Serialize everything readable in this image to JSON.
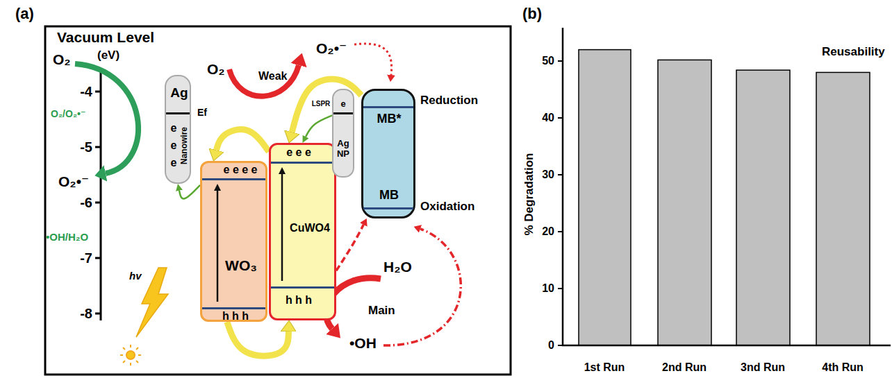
{
  "diagram": {
    "nodes": [
      {
        "text": [
          "Ag",
          "Ef",
          "e e e",
          "Nanowire"
        ]
      },
      {
        "text": [
          "e e e e",
          "WO₃",
          "h h h"
        ]
      },
      {
        "text": [
          "e e e",
          "CuWO4",
          "h h h"
        ]
      },
      {
        "text": [
          "e",
          "Ag NP"
        ]
      },
      {
        "text": [
          "MB*",
          "MB"
        ]
      }
    ],
    "edges": [
      {
        "from": 2,
        "to": 1,
        "arrow": "to"
      },
      {
        "from": 4,
        "to": 2,
        "arrow": "to"
      },
      {
        "from": 3,
        "to": 2,
        "label": "LSPR",
        "arrow": "to"
      },
      {
        "from": 1,
        "to": 0,
        "arrow": "to"
      },
      {
        "from": 1,
        "to": 2,
        "arrow": "to"
      },
      {
        "from": 2,
        "to": 4,
        "arrow": "to"
      }
    ],
    "labels": [
      "(a)",
      "Vacuum Level",
      "(eV)",
      "-4",
      "-5",
      "-6",
      "-7",
      "-8",
      "O₂",
      "O₂/O₂•⁻",
      "O₂•⁻",
      "•OH/H₂O",
      "hv",
      "O₂",
      "Weak",
      "O₂•⁻",
      "Reduction",
      "Oxidation",
      "H₂O",
      "Main",
      "•OH",
      "(b)",
      "Reusability",
      "% Degradation",
      "0",
      "10",
      "20",
      "30",
      "40",
      "50",
      "1st Run",
      "2nd Run",
      "3nd Run",
      "4th Run"
    ]
  }
}
